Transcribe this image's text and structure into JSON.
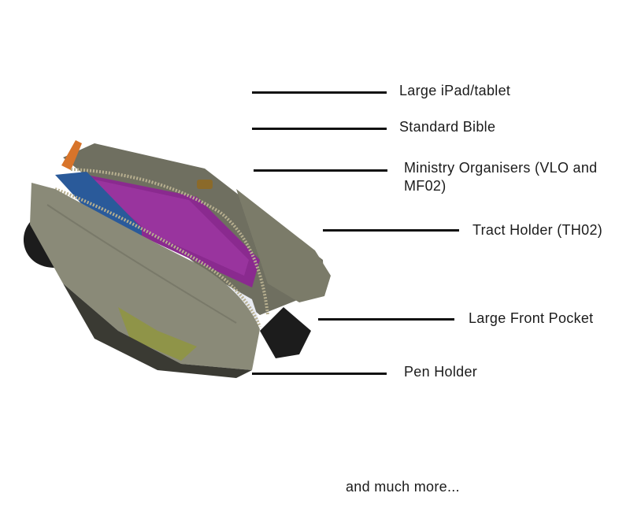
{
  "callouts": [
    {
      "id": "ipad",
      "label": "Large iPad/tablet"
    },
    {
      "id": "bible",
      "label": "Standard Bible"
    },
    {
      "id": "organisers",
      "label": "Ministry Organisers (VLO and\nMF02)"
    },
    {
      "id": "tract",
      "label": "Tract Holder (TH02)"
    },
    {
      "id": "front-pocket",
      "label": "Large Front Pocket"
    },
    {
      "id": "pen",
      "label": "Pen Holder"
    }
  ],
  "footer": {
    "text": "and much more..."
  },
  "colors": {
    "canvas": "#8a8a78",
    "canvas_dark": "#5f5f52",
    "zipper": "#b8b090",
    "strap": "#1c1c1c",
    "lining_olive": "#8f9448",
    "folder_purple": "#8a2a8f",
    "folder_blue": "#2a5a9a",
    "tab_orange": "#e0782a"
  }
}
